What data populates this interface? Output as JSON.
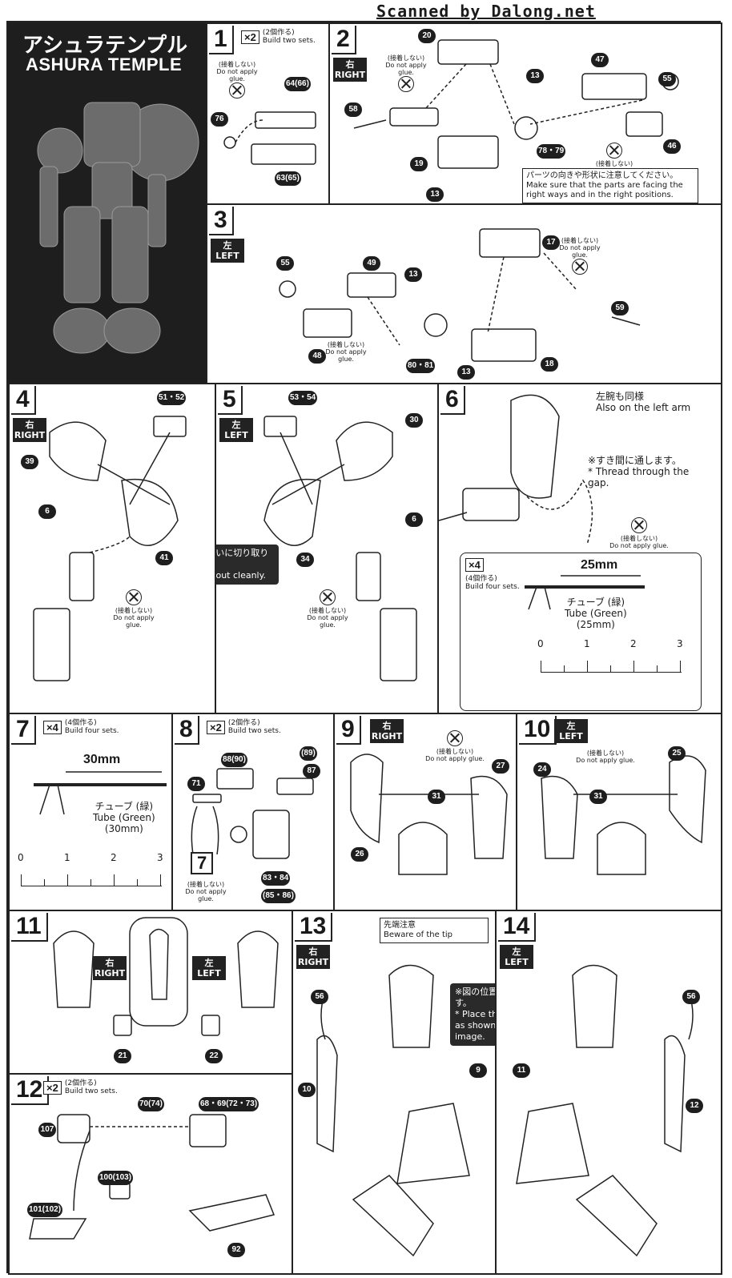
{
  "scan_credit": "Scanned by Dalong.net",
  "header": {
    "title_jp": "アシュラテンプル",
    "title_en": "ASHURA TEMPLE"
  },
  "glue": {
    "jp": "(接着しない)",
    "en": "Do not apply glue."
  },
  "sides": {
    "right_jp": "右",
    "right_en": "RIGHT",
    "left_jp": "左",
    "left_en": "LEFT"
  },
  "steps": {
    "s1": {
      "num": "1",
      "qty": "×2",
      "qty_jp": "(2個作る)",
      "qty_en": "Build two sets.",
      "parts": [
        "64(66)",
        "76",
        "63(65)"
      ]
    },
    "s2": {
      "num": "2",
      "parts": [
        "20",
        "13",
        "47",
        "55",
        "58",
        "19",
        "13",
        "78・79",
        "46"
      ],
      "note_jp": "パーツの向きや形状に注意してください。",
      "note_en": "Make sure that the parts are facing the right ways and in the right positions."
    },
    "s3": {
      "num": "3",
      "parts": [
        "55",
        "49",
        "13",
        "17",
        "59",
        "48",
        "80・81",
        "18",
        "13"
      ]
    },
    "s4": {
      "num": "4",
      "parts": [
        "51・52",
        "39",
        "6",
        "41"
      ]
    },
    "s5": {
      "num": "5",
      "parts": [
        "53・54",
        "30",
        "6",
        "34"
      ],
      "cut_jp": "※きれいに切り取ります。",
      "cut_en": "* Cut out cleanly."
    },
    "s6": {
      "num": "6",
      "left_jp": "左腕も同様",
      "left_en": "Also on the left arm",
      "thread_jp": "※すき間に通します。",
      "thread_en": "* Thread through the gap.",
      "qty": "×4",
      "qty_jp": "(4個作る)",
      "qty_en": "Build four sets.",
      "length": "25mm",
      "tube_jp": "チューブ (緑)",
      "tube_en": "Tube (Green)",
      "tube_len": "(25mm)",
      "ruler": [
        "0",
        "1",
        "2",
        "3"
      ]
    },
    "s7": {
      "num": "7",
      "qty": "×4",
      "qty_jp": "(4個作る)",
      "qty_en": "Build four sets.",
      "length": "30mm",
      "tube_jp": "チューブ (緑)",
      "tube_en": "Tube (Green)",
      "tube_len": "(30mm)",
      "ruler": [
        "0",
        "1",
        "2",
        "3"
      ]
    },
    "s8": {
      "num": "8",
      "qty": "×2",
      "qty_jp": "(2個作る)",
      "qty_en": "Build two sets.",
      "parts": [
        "88(90)",
        "(89)",
        "87",
        "71",
        "83・84",
        "(85・86)"
      ],
      "ref": "7"
    },
    "s9": {
      "num": "9",
      "parts": [
        "27",
        "31",
        "26"
      ]
    },
    "s10": {
      "num": "10",
      "parts": [
        "25",
        "24",
        "31"
      ]
    },
    "s11": {
      "num": "11",
      "parts": [
        "21",
        "22"
      ]
    },
    "s12": {
      "num": "12",
      "qty": "×2",
      "qty_jp": "(2個作る)",
      "qty_en": "Build two sets.",
      "parts": [
        "70(74)",
        "68・69(72・73)",
        "107",
        "100(103)",
        "101(102)",
        "92"
      ]
    },
    "s13": {
      "num": "13",
      "parts": [
        "56",
        "9",
        "10"
      ],
      "tip_jp": "先端注意",
      "tip_en": "Beware of the tip",
      "place_jp": "※図の位置にします。",
      "place_en": "* Place the part as shown in the image."
    },
    "s14": {
      "num": "14",
      "parts": [
        "56",
        "11",
        "12"
      ]
    }
  }
}
